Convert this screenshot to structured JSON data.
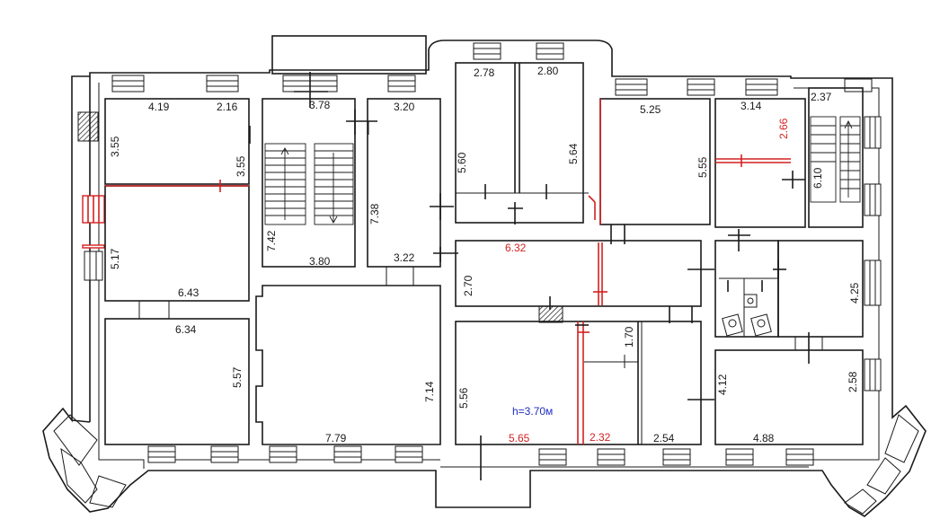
{
  "colors": {
    "wall": "#1a1a1a",
    "redevelopment": "#d42020",
    "height_label": "#1f2fbf"
  },
  "icons": [
    "toilet-icon",
    "sink-icon",
    "stair-arrow-icon"
  ],
  "labels": {
    "h_419": "4.19",
    "h_216": "2.16",
    "h_378": "3.78",
    "h_320": "3.20",
    "h_278": "2.78",
    "h_280": "2.80",
    "h_525": "5.25",
    "h_314": "3.14",
    "h_237": "2.37",
    "v_355a": "3.55",
    "v_355b": "3.55",
    "v_517": "5.17",
    "h_643": "6.43",
    "v_742": "7.42",
    "h_380": "3.80",
    "v_738": "7.38",
    "h_322": "3.22",
    "v_560": "5.60",
    "v_564": "5.64",
    "v_555": "5.55",
    "v_266": "2.66",
    "v_610": "6.10",
    "h_632": "6.32",
    "v_270": "2.70",
    "v_425": "4.25",
    "h_634": "6.34",
    "v_557": "5.57",
    "v_714": "7.14",
    "h_779": "7.79",
    "v_556": "5.56",
    "height": "h=3.70м",
    "h_565": "5.65",
    "h_232": "2.32",
    "v_170": "1.70",
    "h_254": "2.54",
    "v_412": "4.12",
    "h_488": "4.88",
    "v_258": "2.58"
  }
}
